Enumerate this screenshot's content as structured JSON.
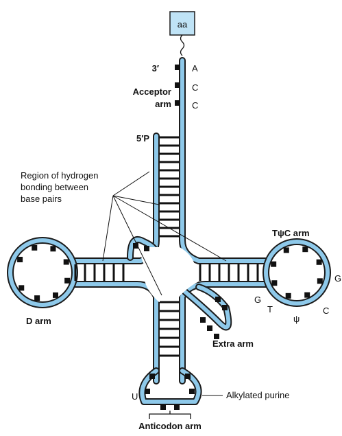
{
  "amino_acid": "aa",
  "labels": {
    "three_prime": "3′",
    "five_prime": "5′P",
    "acceptor_arm": [
      "Acceptor",
      "arm"
    ],
    "region_hbond": [
      "Region of hydrogen",
      "bonding between",
      "base pairs"
    ],
    "tpsic_arm": "TψC arm",
    "d_arm": "D arm",
    "extra_arm": "Extra arm",
    "alkylated_purine": "Alkylated purine",
    "anticodon_arm": "Anticodon arm"
  },
  "bases": {
    "acceptor_end": [
      "A",
      "C",
      "C"
    ],
    "tpsic_loop": [
      "G",
      "T",
      "ψ",
      "C"
    ],
    "tpsic_right": "G",
    "anticodon_u": "U"
  },
  "colors": {
    "strand_fill": "#8ec9ea",
    "strand_outline": "#1b1b1b",
    "aa_box": "#bfe3f6"
  }
}
